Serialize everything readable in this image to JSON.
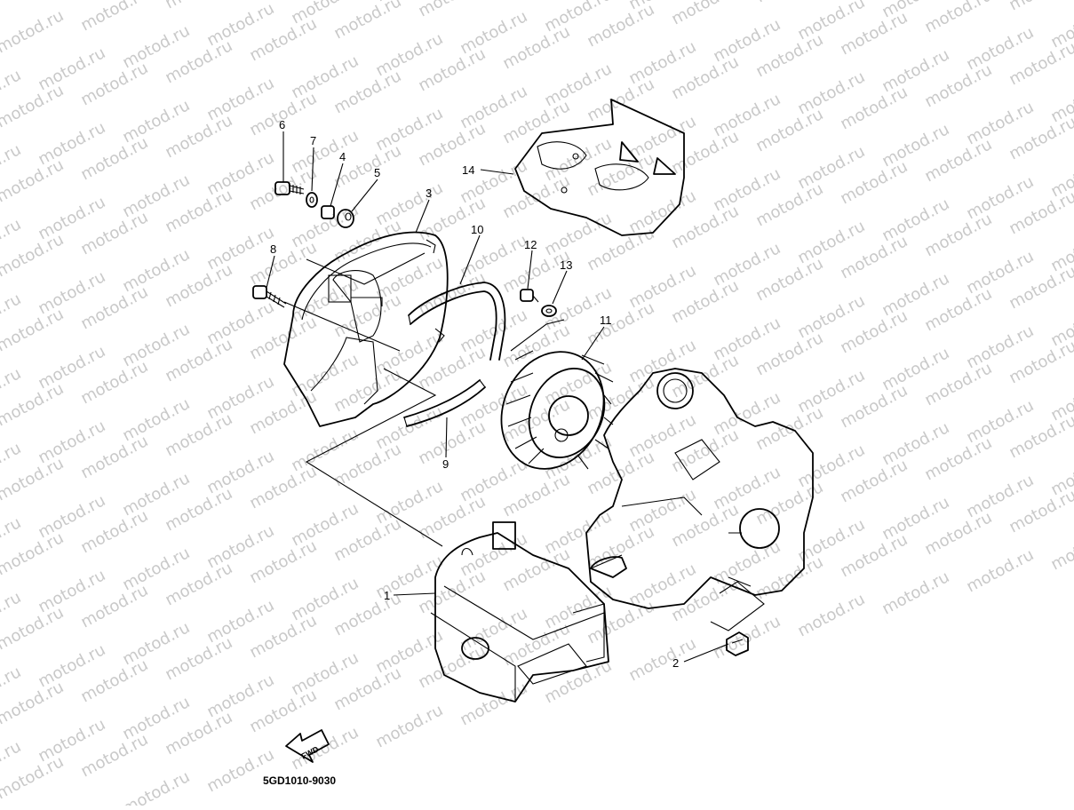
{
  "diagram": {
    "drawing_code": "5GD1010-9030",
    "watermark": "motod.ru",
    "fwd_label": "FWD",
    "callouts": [
      "1",
      "2",
      "3",
      "4",
      "5",
      "6",
      "7",
      "8",
      "9",
      "10",
      "11",
      "12",
      "13",
      "14"
    ]
  }
}
